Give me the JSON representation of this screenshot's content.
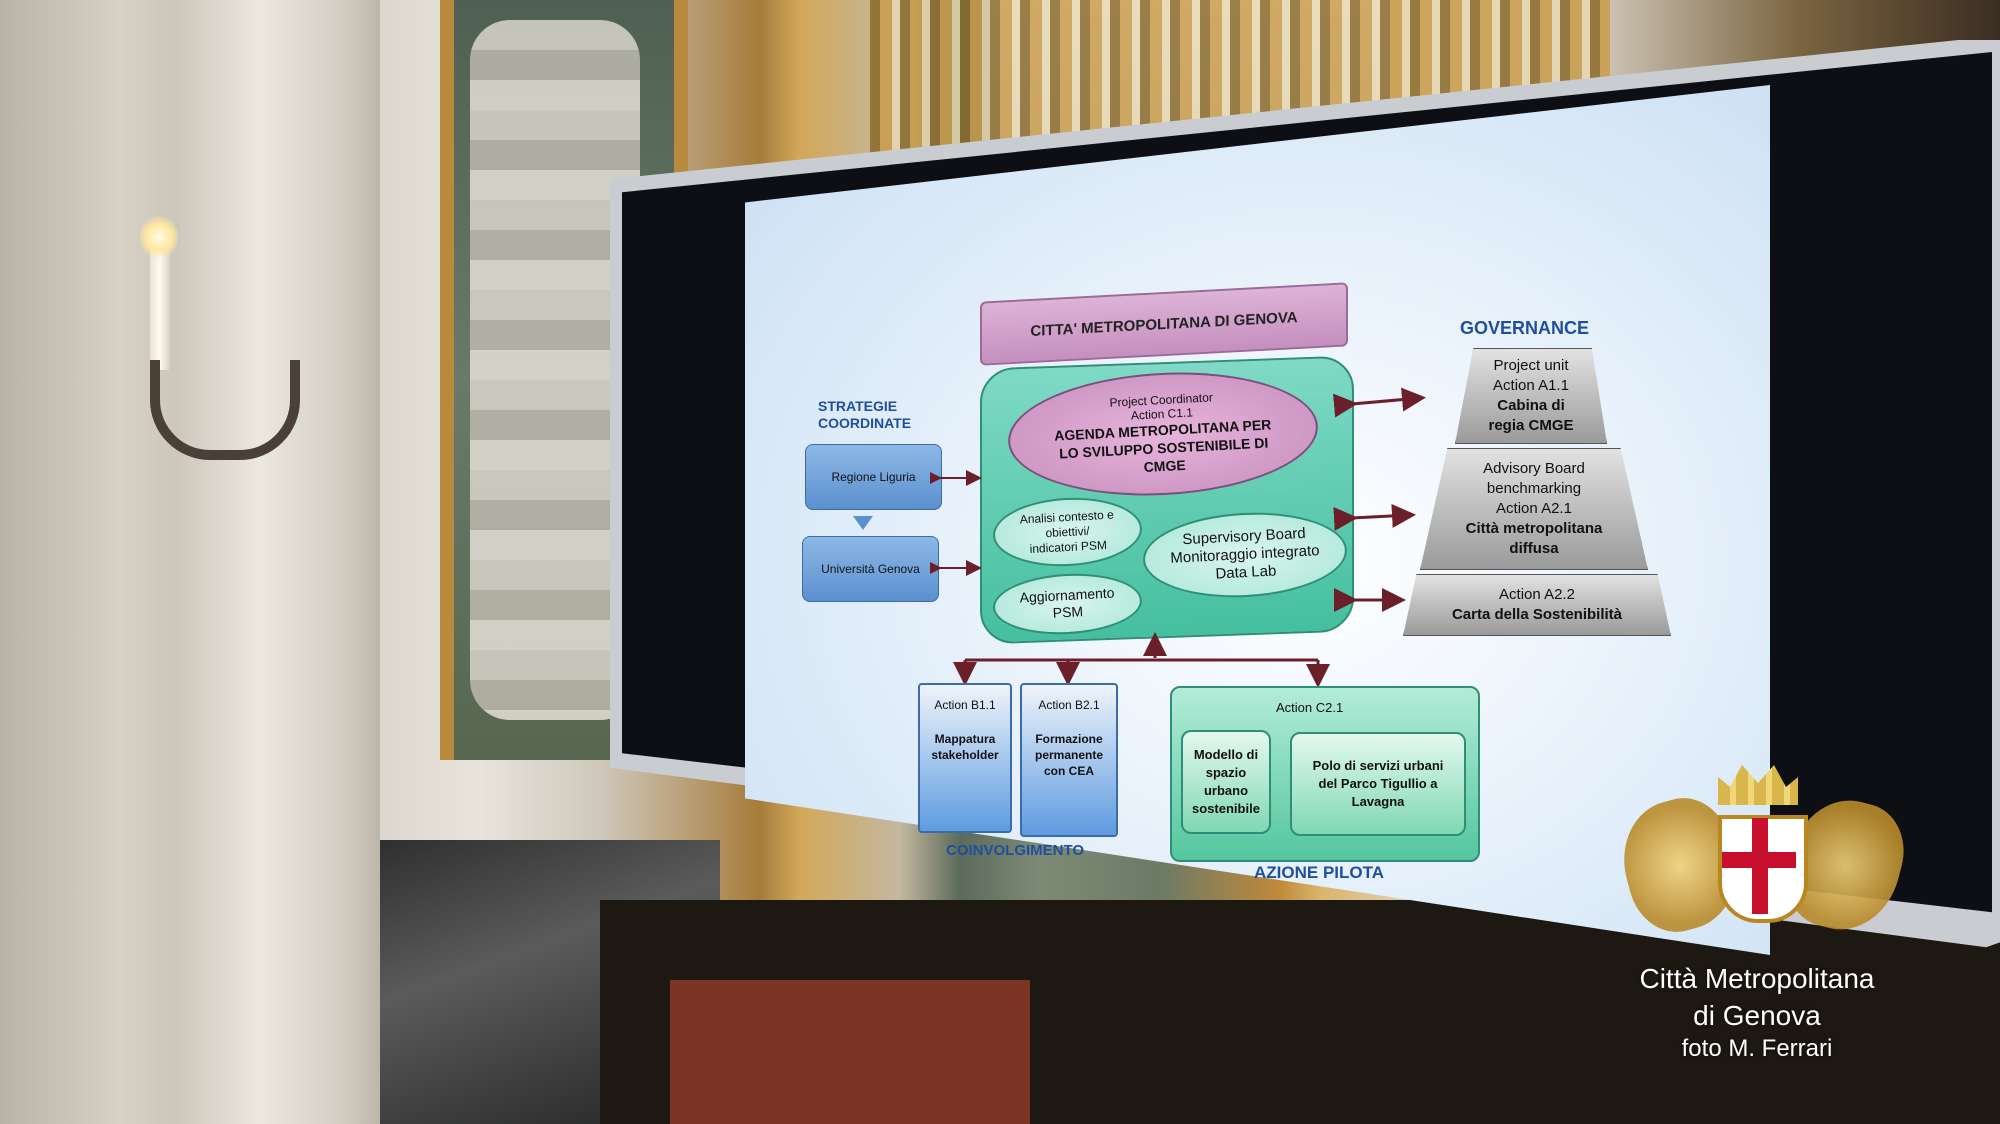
{
  "slide": {
    "title": "CITTA' METROPOLITANA DI GENOVA",
    "coordinator": {
      "role": "Project Coordinator",
      "action": "Action C1.1",
      "line1": "AGENDA METROPOLITANA PER",
      "line2": "LO SVILUPPO SOSTENIBILE DI",
      "line3": "CMGE"
    },
    "analisi": [
      "Analisi contesto e",
      "obiettivi/",
      "indicatori PSM"
    ],
    "aggiornamento": [
      "Aggiornamento",
      "PSM"
    ],
    "supervisory": [
      "Supervisory Board",
      "Monitoraggio integrato",
      "Data Lab"
    ],
    "strategie": {
      "heading1": "STRATEGIE",
      "heading2": "COORDINATE",
      "regione": "Regione Liguria",
      "universita": "Università Genova"
    },
    "governance": {
      "heading": "GOVERNANCE",
      "a11": [
        "Project unit",
        "Action A1.1",
        "Cabina di",
        "regia CMGE"
      ],
      "a21": [
        "Advisory Board",
        "benchmarking",
        "Action A2.1",
        "Città metropolitana",
        "diffusa"
      ],
      "a22": [
        "Action A2.2",
        "Carta della Sostenibilità"
      ]
    },
    "coinvolgimento": {
      "b11_action": "Action B1.1",
      "b11_desc": [
        "Mappatura",
        "stakeholder"
      ],
      "b21_action": "Action B2.1",
      "b21_desc": [
        "Formazione",
        "permanente",
        "con CEA"
      ],
      "label": "COINVOLGIMENTO"
    },
    "azione_pilota": {
      "action": "Action C2.1",
      "p1": [
        "Modello di",
        "spazio",
        "urbano",
        "sostenibile"
      ],
      "p2": [
        "Polo di servizi urbani",
        "del Parco Tigullio a",
        "Lavagna"
      ],
      "label": "AZIONE PILOTA"
    }
  },
  "watermark": {
    "line1": "Città Metropolitana",
    "line2": "di Genova",
    "line3": "foto M. Ferrari"
  },
  "colors": {
    "heading_blue": "#1f4f9c",
    "arrow": "#6b1f2a",
    "shield_red": "#c8102e",
    "gold": "#d9b64a"
  }
}
